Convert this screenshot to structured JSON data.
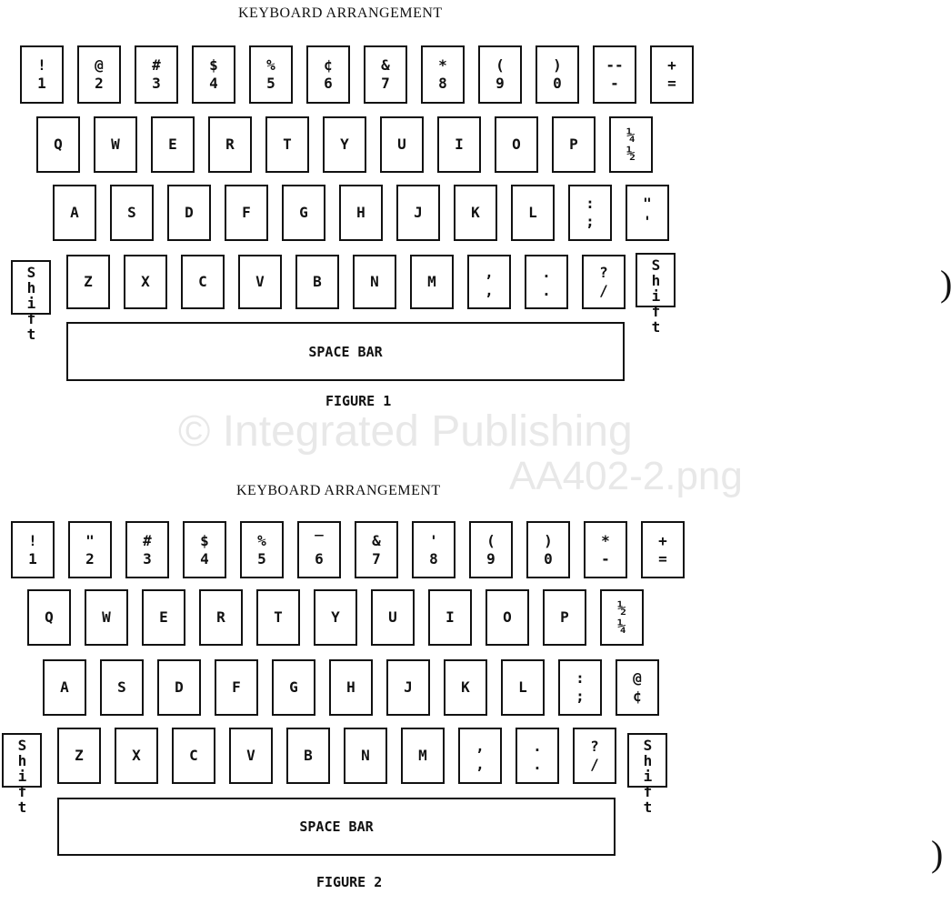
{
  "watermark": {
    "line1": "© Integrated Publishing",
    "line2": "AA402-2.png"
  },
  "figures": [
    {
      "title": "KEYBOARD ARRANGEMENT",
      "label": "FIGURE 1",
      "space_bar": "SPACE BAR",
      "shift": "Shift",
      "rows": [
        [
          [
            "!",
            "1"
          ],
          [
            "@",
            "2"
          ],
          [
            "#",
            "3"
          ],
          [
            "$",
            "4"
          ],
          [
            "%",
            "5"
          ],
          [
            "¢",
            "6"
          ],
          [
            "&",
            "7"
          ],
          [
            "*",
            "8"
          ],
          [
            "(",
            "9"
          ],
          [
            ")",
            "0"
          ],
          [
            "--",
            "-"
          ],
          [
            "+",
            "="
          ]
        ],
        [
          [
            "",
            "Q"
          ],
          [
            "",
            "W"
          ],
          [
            "",
            "E"
          ],
          [
            "",
            "R"
          ],
          [
            "",
            "T"
          ],
          [
            "",
            "Y"
          ],
          [
            "",
            "U"
          ],
          [
            "",
            "I"
          ],
          [
            "",
            "O"
          ],
          [
            "",
            "P"
          ],
          [
            "¼",
            "½"
          ]
        ],
        [
          [
            "",
            "A"
          ],
          [
            "",
            "S"
          ],
          [
            "",
            "D"
          ],
          [
            "",
            "F"
          ],
          [
            "",
            "G"
          ],
          [
            "",
            "H"
          ],
          [
            "",
            "J"
          ],
          [
            "",
            "K"
          ],
          [
            "",
            "L"
          ],
          [
            ":",
            ";"
          ],
          [
            "\"",
            "'"
          ]
        ],
        [
          [
            "",
            "Z"
          ],
          [
            "",
            "X"
          ],
          [
            "",
            "C"
          ],
          [
            "",
            "V"
          ],
          [
            "",
            "B"
          ],
          [
            "",
            "N"
          ],
          [
            "",
            "M"
          ],
          [
            ",",
            ","
          ],
          [
            ".",
            "."
          ],
          [
            "?",
            "/"
          ]
        ]
      ]
    },
    {
      "title": "KEYBOARD ARRANGEMENT",
      "label": "FIGURE 2",
      "space_bar": "SPACE BAR",
      "shift": "Shift",
      "rows": [
        [
          [
            "!",
            "1"
          ],
          [
            "\"",
            "2"
          ],
          [
            "#",
            "3"
          ],
          [
            "$",
            "4"
          ],
          [
            "%",
            "5"
          ],
          [
            "‾",
            "6"
          ],
          [
            "&",
            "7"
          ],
          [
            "'",
            "8"
          ],
          [
            "(",
            "9"
          ],
          [
            ")",
            "0"
          ],
          [
            "*",
            "-"
          ],
          [
            "+",
            "="
          ]
        ],
        [
          [
            "",
            "Q"
          ],
          [
            "",
            "W"
          ],
          [
            "",
            "E"
          ],
          [
            "",
            "R"
          ],
          [
            "",
            "T"
          ],
          [
            "",
            "Y"
          ],
          [
            "",
            "U"
          ],
          [
            "",
            "I"
          ],
          [
            "",
            "O"
          ],
          [
            "",
            "P"
          ],
          [
            "½",
            "¼"
          ]
        ],
        [
          [
            "",
            "A"
          ],
          [
            "",
            "S"
          ],
          [
            "",
            "D"
          ],
          [
            "",
            "F"
          ],
          [
            "",
            "G"
          ],
          [
            "",
            "H"
          ],
          [
            "",
            "J"
          ],
          [
            "",
            "K"
          ],
          [
            "",
            "L"
          ],
          [
            ":",
            ";"
          ],
          [
            "@",
            "¢"
          ]
        ],
        [
          [
            "",
            "Z"
          ],
          [
            "",
            "X"
          ],
          [
            "",
            "C"
          ],
          [
            "",
            "V"
          ],
          [
            "",
            "B"
          ],
          [
            "",
            "N"
          ],
          [
            "",
            "M"
          ],
          [
            ",",
            ","
          ],
          [
            ".",
            "."
          ],
          [
            "?",
            "/"
          ]
        ]
      ]
    }
  ],
  "margin_marks": [
    ")",
    ")"
  ]
}
